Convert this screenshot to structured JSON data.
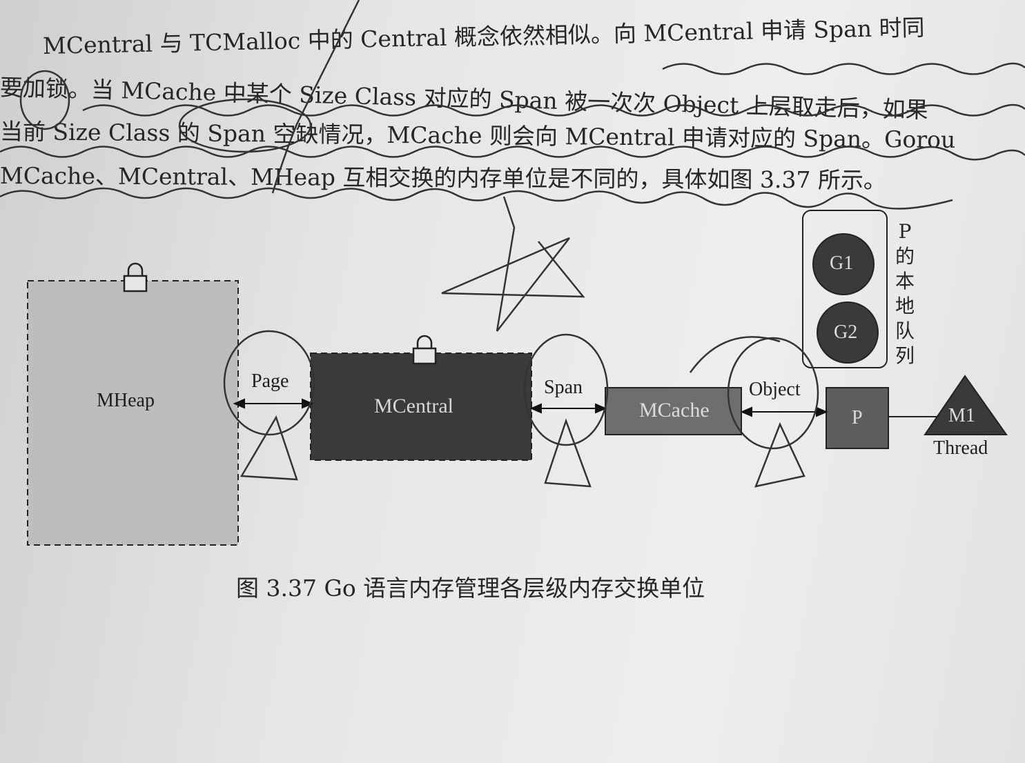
{
  "text_lines": [
    "MCentral 与 TCMalloc 中的 Central 概念依然相似。向 MCentral 申请 Span 时同",
    "要加锁。当 MCache 中某个 Size Class 对应的 Span 被一次次 Object 上层取走后，如果",
    "当前 Size Class 的 Span 空缺情况，MCache 则会向 MCentral 申请对应的 Span。Gorou",
    "MCache、MCentral、MHeap 互相交换的内存单位是不同的，具体如图 3.37 所示。"
  ],
  "diagram": {
    "mheap": "MHeap",
    "page": "Page",
    "mcentral": "MCentral",
    "span": "Span",
    "mcache": "MCache",
    "object": "Object",
    "p": "P",
    "m1": "M1",
    "thread": "Thread",
    "g1": "G1",
    "g2": "G2",
    "local_queue": "P的本地队列",
    "colors": {
      "mheap": "#bdbdbb",
      "mcentral": "#3a3a3a",
      "mcache": "#6e6e6e",
      "p": "#5e5e5e",
      "g": "#3a3a3a"
    }
  },
  "caption": "图 3.37   Go 语言内存管理各层级内存交换单位"
}
